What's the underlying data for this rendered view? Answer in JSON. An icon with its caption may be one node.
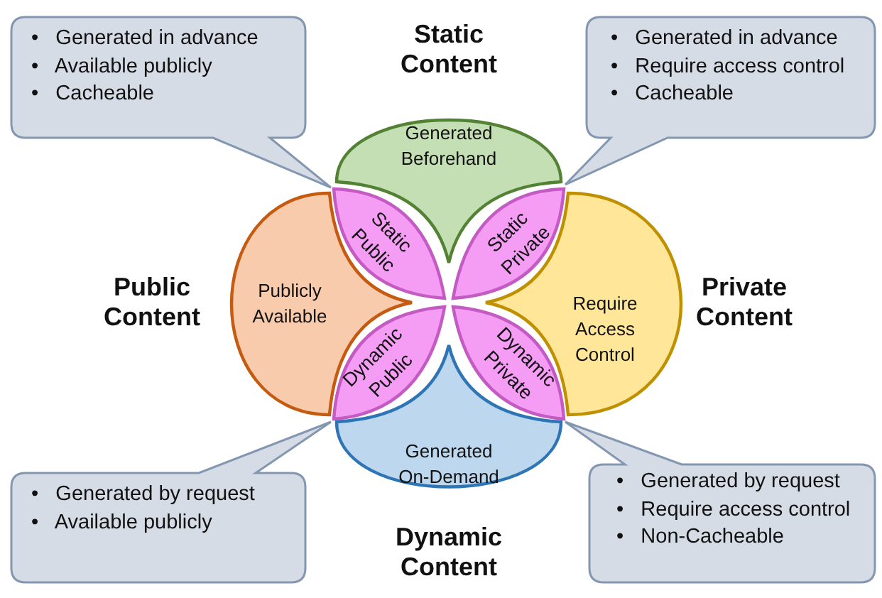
{
  "diagram": {
    "nodes": [
      {
        "text": [
          "• Generated in advance",
          "• Available publicly",
          "• Cacheable"
        ]
      },
      {
        "text": [
          "Static Content",
          "Generated Beforehand"
        ]
      },
      {
        "text": [
          "• Generated in advance",
          "• Require access control",
          "• Cacheable"
        ]
      },
      {
        "text": [
          "Static Public"
        ]
      },
      {
        "text": [
          "Static Private"
        ]
      },
      {
        "text": [
          "Public Content",
          "Publicly Available"
        ]
      },
      {
        "text": [
          "Require Access Control",
          "Private Content"
        ]
      },
      {
        "text": [
          "Dynamic Public"
        ]
      },
      {
        "text": [
          "Dynamic Private"
        ]
      },
      {
        "text": [
          "• Generated by request",
          "• Available publicly"
        ]
      },
      {
        "text": [
          "Generated On-Demand",
          "Dynamic Content"
        ]
      },
      {
        "text": [
          "• Generated by request",
          "• Require access control",
          "• Non-Cacheable"
        ]
      }
    ]
  }
}
